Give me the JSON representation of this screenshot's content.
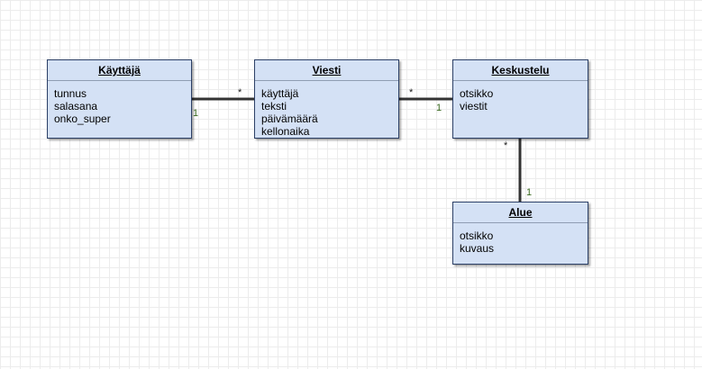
{
  "entities": {
    "kayttaja": {
      "name": "Käyttäjä",
      "attributes": [
        "tunnus",
        "salasana",
        "onko_super"
      ]
    },
    "viesti": {
      "name": "Viesti",
      "attributes": [
        "käyttäjä",
        "teksti",
        "päivämäärä",
        "kellonaika"
      ]
    },
    "keskustelu": {
      "name": "Keskustelu",
      "attributes": [
        "otsikko",
        "viestit"
      ]
    },
    "alue": {
      "name": "Alue",
      "attributes": [
        "otsikko",
        "kuvaus"
      ]
    }
  },
  "relations": [
    {
      "from": "kayttaja",
      "to": "viesti",
      "from_multiplicity": "1",
      "to_multiplicity": "*"
    },
    {
      "from": "viesti",
      "to": "keskustelu",
      "from_multiplicity": "*",
      "to_multiplicity": "1"
    },
    {
      "from": "keskustelu",
      "to": "alue",
      "from_multiplicity": "*",
      "to_multiplicity": "1"
    }
  ],
  "colors": {
    "entity_fill": "#d4e1f5",
    "entity_border": "#2b3f66",
    "connector": "#333333",
    "grid": "#ececec"
  }
}
